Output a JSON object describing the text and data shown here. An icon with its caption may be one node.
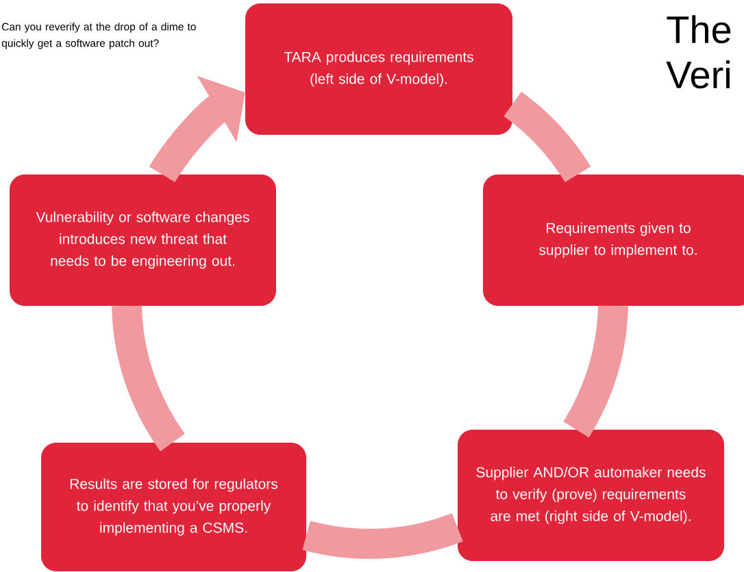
{
  "diagram": {
    "title": "The Veri",
    "nodes": [
      {
        "text": [
          "TARA produces requirements (left side of V-model)."
        ]
      },
      {
        "text": [
          "Requirements given to supplier to implement to."
        ]
      },
      {
        "text": [
          "Supplier AND/OR automaker needs to verify (prove) requirements are met (right side of V-model)."
        ]
      },
      {
        "text": [
          "Results are stored for regulators to identify that you’ve properly implementing a CSMS."
        ]
      },
      {
        "text": [
          "Vulnerability or software changes introduces new threat that needs to be engineering out."
        ]
      }
    ],
    "edges": [
      {
        "from": 0,
        "to": 1,
        "arrow": "none"
      },
      {
        "from": 1,
        "to": 2,
        "arrow": "none"
      },
      {
        "from": 2,
        "to": 3,
        "arrow": "none"
      },
      {
        "from": 3,
        "to": 4,
        "arrow": "none"
      },
      {
        "from": 4,
        "to": 0,
        "arrow": "to"
      }
    ],
    "labels": [
      "Can you reverify at the drop of a dime to quickly get a software patch out?"
    ]
  }
}
